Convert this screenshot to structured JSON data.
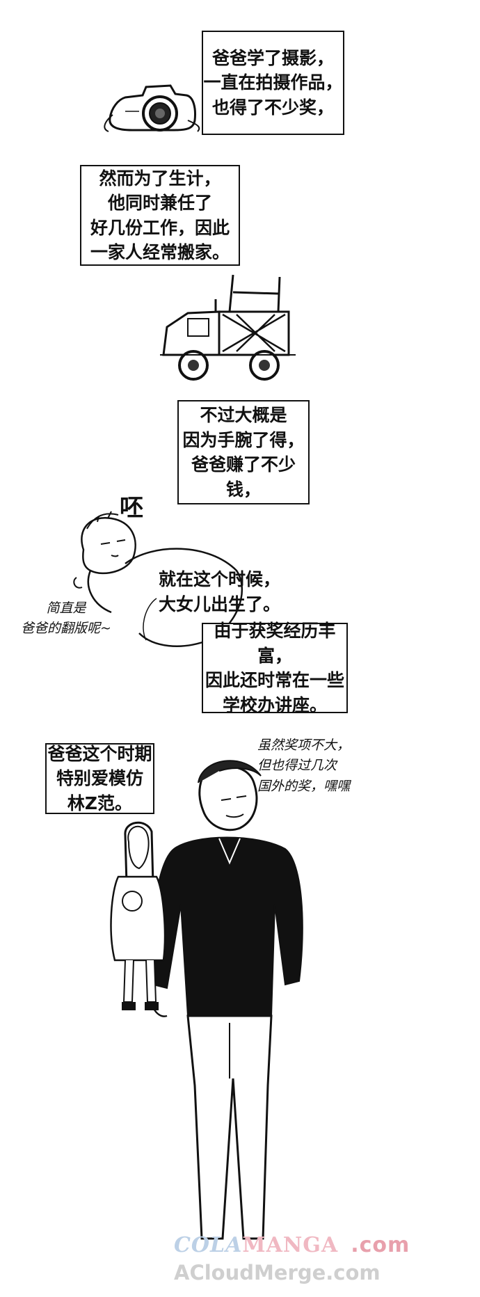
{
  "captions": {
    "photography": "爸爸学了摄影，\n一直在拍摄作品，\n也得了不少奖，",
    "livelihood": "然而为了生计，\n他同时兼任了\n好几份工作，因此\n一家人经常搬家。",
    "earnings": "不过大概是\n因为手腕了得，\n爸爸赚了不少钱，",
    "birth": "就在这个时候，\n大女儿出生了。",
    "lectures": "由于获奖经历丰富，\n因此还时常在一些\n学校办讲座。",
    "imitate": "爸爸这个时期\n特别爱模仿\n林Z范。"
  },
  "handwritten": {
    "sfx": "呸",
    "baby_note": "简直是\n爸爸的翻版呢~",
    "awards_note": "虽然奖项不大，\n但也得过几次\n国外的奖，嘿嘿"
  },
  "watermark": {
    "line1_a": "COLA",
    "line1_b": "MANGA",
    "line1_c": ".com",
    "line2": "ACloudMerge.com"
  }
}
